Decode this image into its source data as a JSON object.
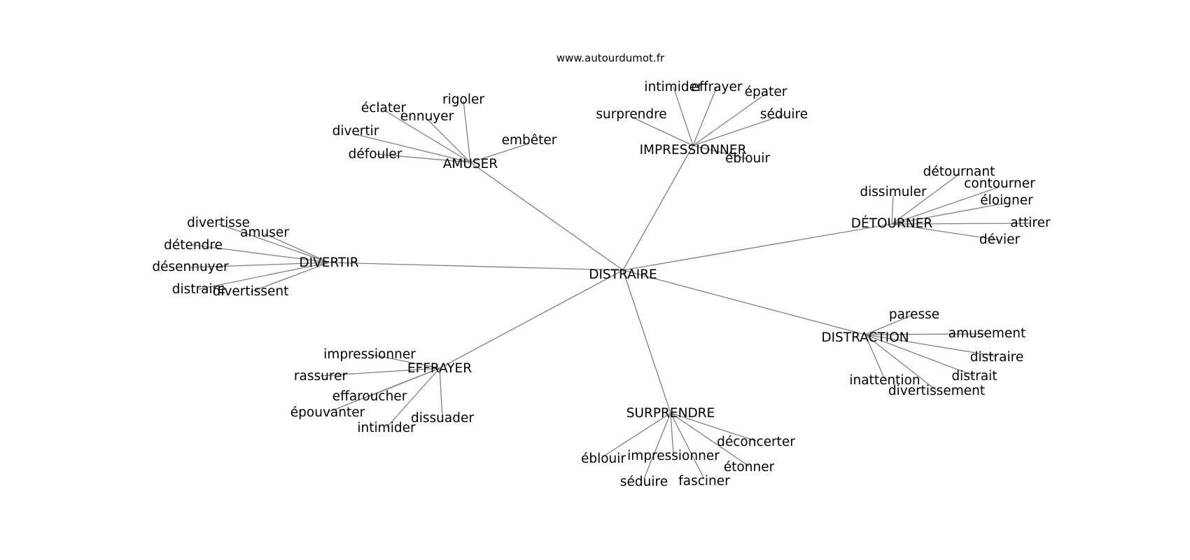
{
  "site": "www.autourdumot.fr",
  "center": {
    "word": "DISTRAIRE"
  },
  "groups": [
    {
      "word": "IMPRESSIONNER",
      "leaves": [
        "intimider",
        "effrayer",
        "épater",
        "séduire",
        "surprendre",
        "éblouir"
      ]
    },
    {
      "word": "AMUSER",
      "leaves": [
        "rigoler",
        "éclater",
        "ennuyer",
        "divertir",
        "embêter",
        "défouler"
      ]
    },
    {
      "word": "DÉTOURNER",
      "leaves": [
        "détournant",
        "dissimuler",
        "contourner",
        "éloigner",
        "attirer",
        "dévier"
      ]
    },
    {
      "word": "DIVERTIR",
      "leaves": [
        "divertisse",
        "amuser",
        "détendre",
        "désennuyer",
        "distraire",
        "divertissent"
      ]
    },
    {
      "word": "DISTRACTION",
      "leaves": [
        "paresse",
        "amusement",
        "distraire",
        "distrait",
        "inattention",
        "divertissement"
      ]
    },
    {
      "word": "EFFRAYER",
      "leaves": [
        "impressionner",
        "rassurer",
        "effaroucher",
        "épouvanter",
        "dissuader",
        "intimider"
      ]
    },
    {
      "word": "SURPRENDRE",
      "leaves": [
        "déconcerter",
        "éblouir",
        "impressionner",
        "étonner",
        "séduire",
        "fasciner"
      ]
    }
  ]
}
